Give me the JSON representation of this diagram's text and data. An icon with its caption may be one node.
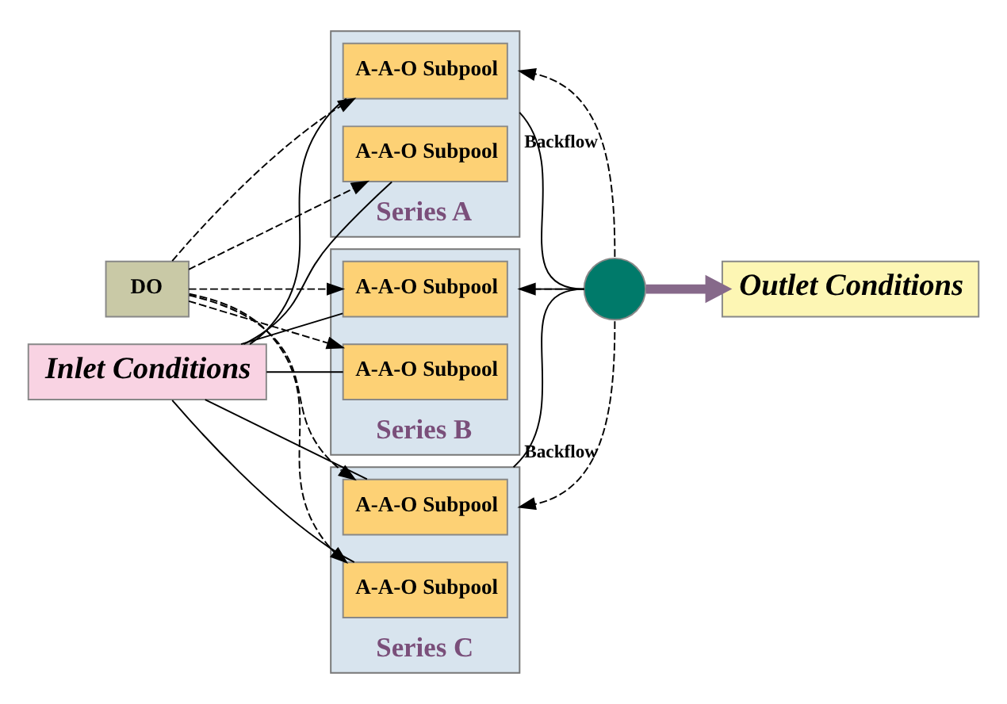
{
  "diagram": {
    "nodes": [
      {
        "text": [
          "DO"
        ]
      },
      {
        "text": [
          "Inlet Conditions"
        ]
      },
      {
        "text": [
          "Series A"
        ]
      },
      {
        "text": [
          "A-A-O Subpool"
        ],
        "in": 2
      },
      {
        "text": [
          "A-A-O Subpool"
        ],
        "in": 2
      },
      {
        "text": [
          "Series B"
        ]
      },
      {
        "text": [
          "A-A-O Subpool"
        ],
        "in": 5
      },
      {
        "text": [
          "A-A-O Subpool"
        ],
        "in": 5
      },
      {
        "text": [
          "Series C"
        ]
      },
      {
        "text": [
          "A-A-O Subpool"
        ],
        "in": 8
      },
      {
        "text": [
          "A-A-O Subpool"
        ],
        "in": 8
      },
      {
        "text": [],
        "shape": "circle"
      },
      {
        "text": [
          "Outlet Conditions"
        ]
      }
    ],
    "edges": [
      {
        "from": 0,
        "to": 3,
        "arrow": "to",
        "style": "dashed"
      },
      {
        "from": 0,
        "to": 4,
        "arrow": "to",
        "style": "dashed"
      },
      {
        "from": 0,
        "to": 6,
        "arrow": "to",
        "style": "dashed"
      },
      {
        "from": 0,
        "to": 7,
        "arrow": "to",
        "style": "dashed"
      },
      {
        "from": 0,
        "to": 9,
        "arrow": "to",
        "style": "dashed"
      },
      {
        "from": 0,
        "to": 10,
        "arrow": "to",
        "style": "dashed"
      },
      {
        "from": 1,
        "to": 3,
        "arrow": "none"
      },
      {
        "from": 1,
        "to": 4,
        "arrow": "none"
      },
      {
        "from": 1,
        "to": 6,
        "arrow": "none"
      },
      {
        "from": 1,
        "to": 7,
        "arrow": "none"
      },
      {
        "from": 1,
        "to": 9,
        "arrow": "none"
      },
      {
        "from": 1,
        "to": 10,
        "arrow": "none"
      },
      {
        "from": 2,
        "to": 11,
        "arrow": "none"
      },
      {
        "from": 5,
        "to": 11,
        "arrow": "none"
      },
      {
        "from": 8,
        "to": 11,
        "arrow": "none"
      },
      {
        "from": 11,
        "to": 12,
        "arrow": "to",
        "style": "thick",
        "color": "#86698a"
      },
      {
        "from": 11,
        "to": 2,
        "arrow": "to",
        "style": "dashed",
        "label": "Backflow"
      },
      {
        "from": 11,
        "to": 5,
        "arrow": "to",
        "style": "dashed"
      },
      {
        "from": 11,
        "to": 8,
        "arrow": "to",
        "style": "dashed",
        "label": "Backflow"
      }
    ]
  }
}
